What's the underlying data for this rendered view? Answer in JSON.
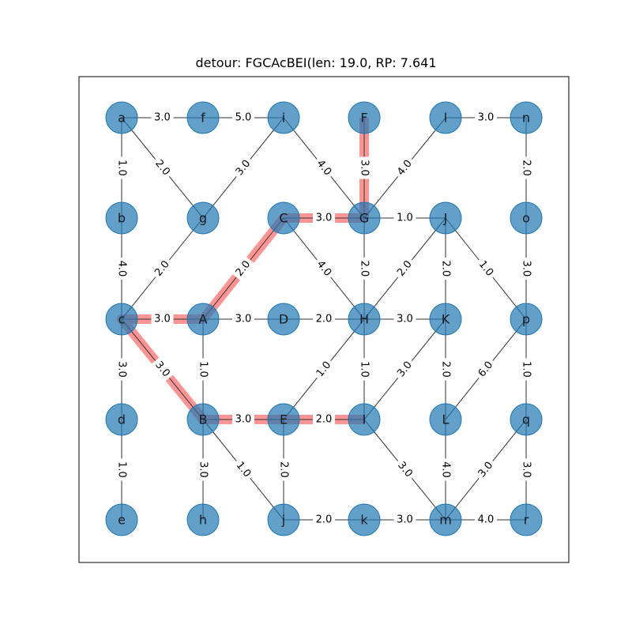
{
  "title": "detour: FGCAcBEI(len: 19.0, RP: 7.641",
  "colors": {
    "node": "#1f77b4",
    "edge": "#333333",
    "path": "#ff6666",
    "frame": "#000000"
  },
  "grid": {
    "columns": [
      154,
      257,
      359,
      461,
      564,
      666
    ],
    "rows": [
      149,
      276,
      404,
      531,
      658
    ]
  },
  "nodes": [
    {
      "id": "a",
      "col": 0,
      "row": 0
    },
    {
      "id": "f",
      "col": 1,
      "row": 0
    },
    {
      "id": "i",
      "col": 2,
      "row": 0
    },
    {
      "id": "F",
      "col": 3,
      "row": 0
    },
    {
      "id": "l",
      "col": 4,
      "row": 0
    },
    {
      "id": "n",
      "col": 5,
      "row": 0
    },
    {
      "id": "b",
      "col": 0,
      "row": 1
    },
    {
      "id": "g",
      "col": 1,
      "row": 1
    },
    {
      "id": "C",
      "col": 2,
      "row": 1
    },
    {
      "id": "G",
      "col": 3,
      "row": 1
    },
    {
      "id": "J",
      "col": 4,
      "row": 1
    },
    {
      "id": "o",
      "col": 5,
      "row": 1
    },
    {
      "id": "c",
      "col": 0,
      "row": 2
    },
    {
      "id": "A",
      "col": 1,
      "row": 2
    },
    {
      "id": "D",
      "col": 2,
      "row": 2
    },
    {
      "id": "H",
      "col": 3,
      "row": 2
    },
    {
      "id": "K",
      "col": 4,
      "row": 2
    },
    {
      "id": "p",
      "col": 5,
      "row": 2
    },
    {
      "id": "d",
      "col": 0,
      "row": 3
    },
    {
      "id": "B",
      "col": 1,
      "row": 3
    },
    {
      "id": "E",
      "col": 2,
      "row": 3
    },
    {
      "id": "I",
      "col": 3,
      "row": 3
    },
    {
      "id": "L",
      "col": 4,
      "row": 3
    },
    {
      "id": "q",
      "col": 5,
      "row": 3
    },
    {
      "id": "e",
      "col": 0,
      "row": 4
    },
    {
      "id": "h",
      "col": 1,
      "row": 4
    },
    {
      "id": "j",
      "col": 2,
      "row": 4
    },
    {
      "id": "k",
      "col": 3,
      "row": 4
    },
    {
      "id": "m",
      "col": 4,
      "row": 4
    },
    {
      "id": "r",
      "col": 5,
      "row": 4
    }
  ],
  "edges": [
    {
      "from": "a",
      "to": "f",
      "w": "3.0"
    },
    {
      "from": "f",
      "to": "i",
      "w": "5.0"
    },
    {
      "from": "l",
      "to": "n",
      "w": "3.0"
    },
    {
      "from": "a",
      "to": "b",
      "w": "1.0"
    },
    {
      "from": "a",
      "to": "g",
      "w": "2.0"
    },
    {
      "from": "i",
      "to": "g",
      "w": "3.0"
    },
    {
      "from": "i",
      "to": "G",
      "w": "4.0"
    },
    {
      "from": "F",
      "to": "G",
      "w": "3.0"
    },
    {
      "from": "l",
      "to": "G",
      "w": "4.0"
    },
    {
      "from": "n",
      "to": "o",
      "w": "2.0"
    },
    {
      "from": "C",
      "to": "G",
      "w": "3.0"
    },
    {
      "from": "G",
      "to": "J",
      "w": "1.0"
    },
    {
      "from": "b",
      "to": "c",
      "w": "4.0"
    },
    {
      "from": "g",
      "to": "c",
      "w": "2.0"
    },
    {
      "from": "C",
      "to": "A",
      "w": "2.0"
    },
    {
      "from": "C",
      "to": "H",
      "w": "4.0"
    },
    {
      "from": "G",
      "to": "H",
      "w": "2.0"
    },
    {
      "from": "J",
      "to": "H",
      "w": "2.0"
    },
    {
      "from": "J",
      "to": "K",
      "w": "2.0"
    },
    {
      "from": "J",
      "to": "p",
      "w": "1.0"
    },
    {
      "from": "o",
      "to": "p",
      "w": "3.0"
    },
    {
      "from": "c",
      "to": "A",
      "w": "3.0"
    },
    {
      "from": "A",
      "to": "D",
      "w": "3.0"
    },
    {
      "from": "D",
      "to": "H",
      "w": "2.0"
    },
    {
      "from": "H",
      "to": "K",
      "w": "3.0"
    },
    {
      "from": "c",
      "to": "d",
      "w": "3.0"
    },
    {
      "from": "c",
      "to": "B",
      "w": "3.0"
    },
    {
      "from": "A",
      "to": "B",
      "w": "1.0"
    },
    {
      "from": "H",
      "to": "E",
      "w": "1.0"
    },
    {
      "from": "H",
      "to": "I",
      "w": "1.0"
    },
    {
      "from": "K",
      "to": "I",
      "w": "3.0"
    },
    {
      "from": "K",
      "to": "L",
      "w": "2.0"
    },
    {
      "from": "p",
      "to": "L",
      "w": "6.0"
    },
    {
      "from": "p",
      "to": "q",
      "w": "1.0"
    },
    {
      "from": "B",
      "to": "E",
      "w": "3.0"
    },
    {
      "from": "E",
      "to": "I",
      "w": "2.0"
    },
    {
      "from": "d",
      "to": "e",
      "w": "1.0"
    },
    {
      "from": "B",
      "to": "h",
      "w": "3.0"
    },
    {
      "from": "B",
      "to": "j",
      "w": "1.0"
    },
    {
      "from": "E",
      "to": "j",
      "w": "2.0"
    },
    {
      "from": "I",
      "to": "m",
      "w": "3.0"
    },
    {
      "from": "L",
      "to": "m",
      "w": "4.0"
    },
    {
      "from": "q",
      "to": "m",
      "w": "3.0"
    },
    {
      "from": "q",
      "to": "r",
      "w": "3.0"
    },
    {
      "from": "j",
      "to": "k",
      "w": "2.0"
    },
    {
      "from": "k",
      "to": "m",
      "w": "3.0"
    },
    {
      "from": "m",
      "to": "r",
      "w": "4.0"
    }
  ],
  "path": [
    "F",
    "G",
    "C",
    "A",
    "c",
    "B",
    "E",
    "I"
  ]
}
